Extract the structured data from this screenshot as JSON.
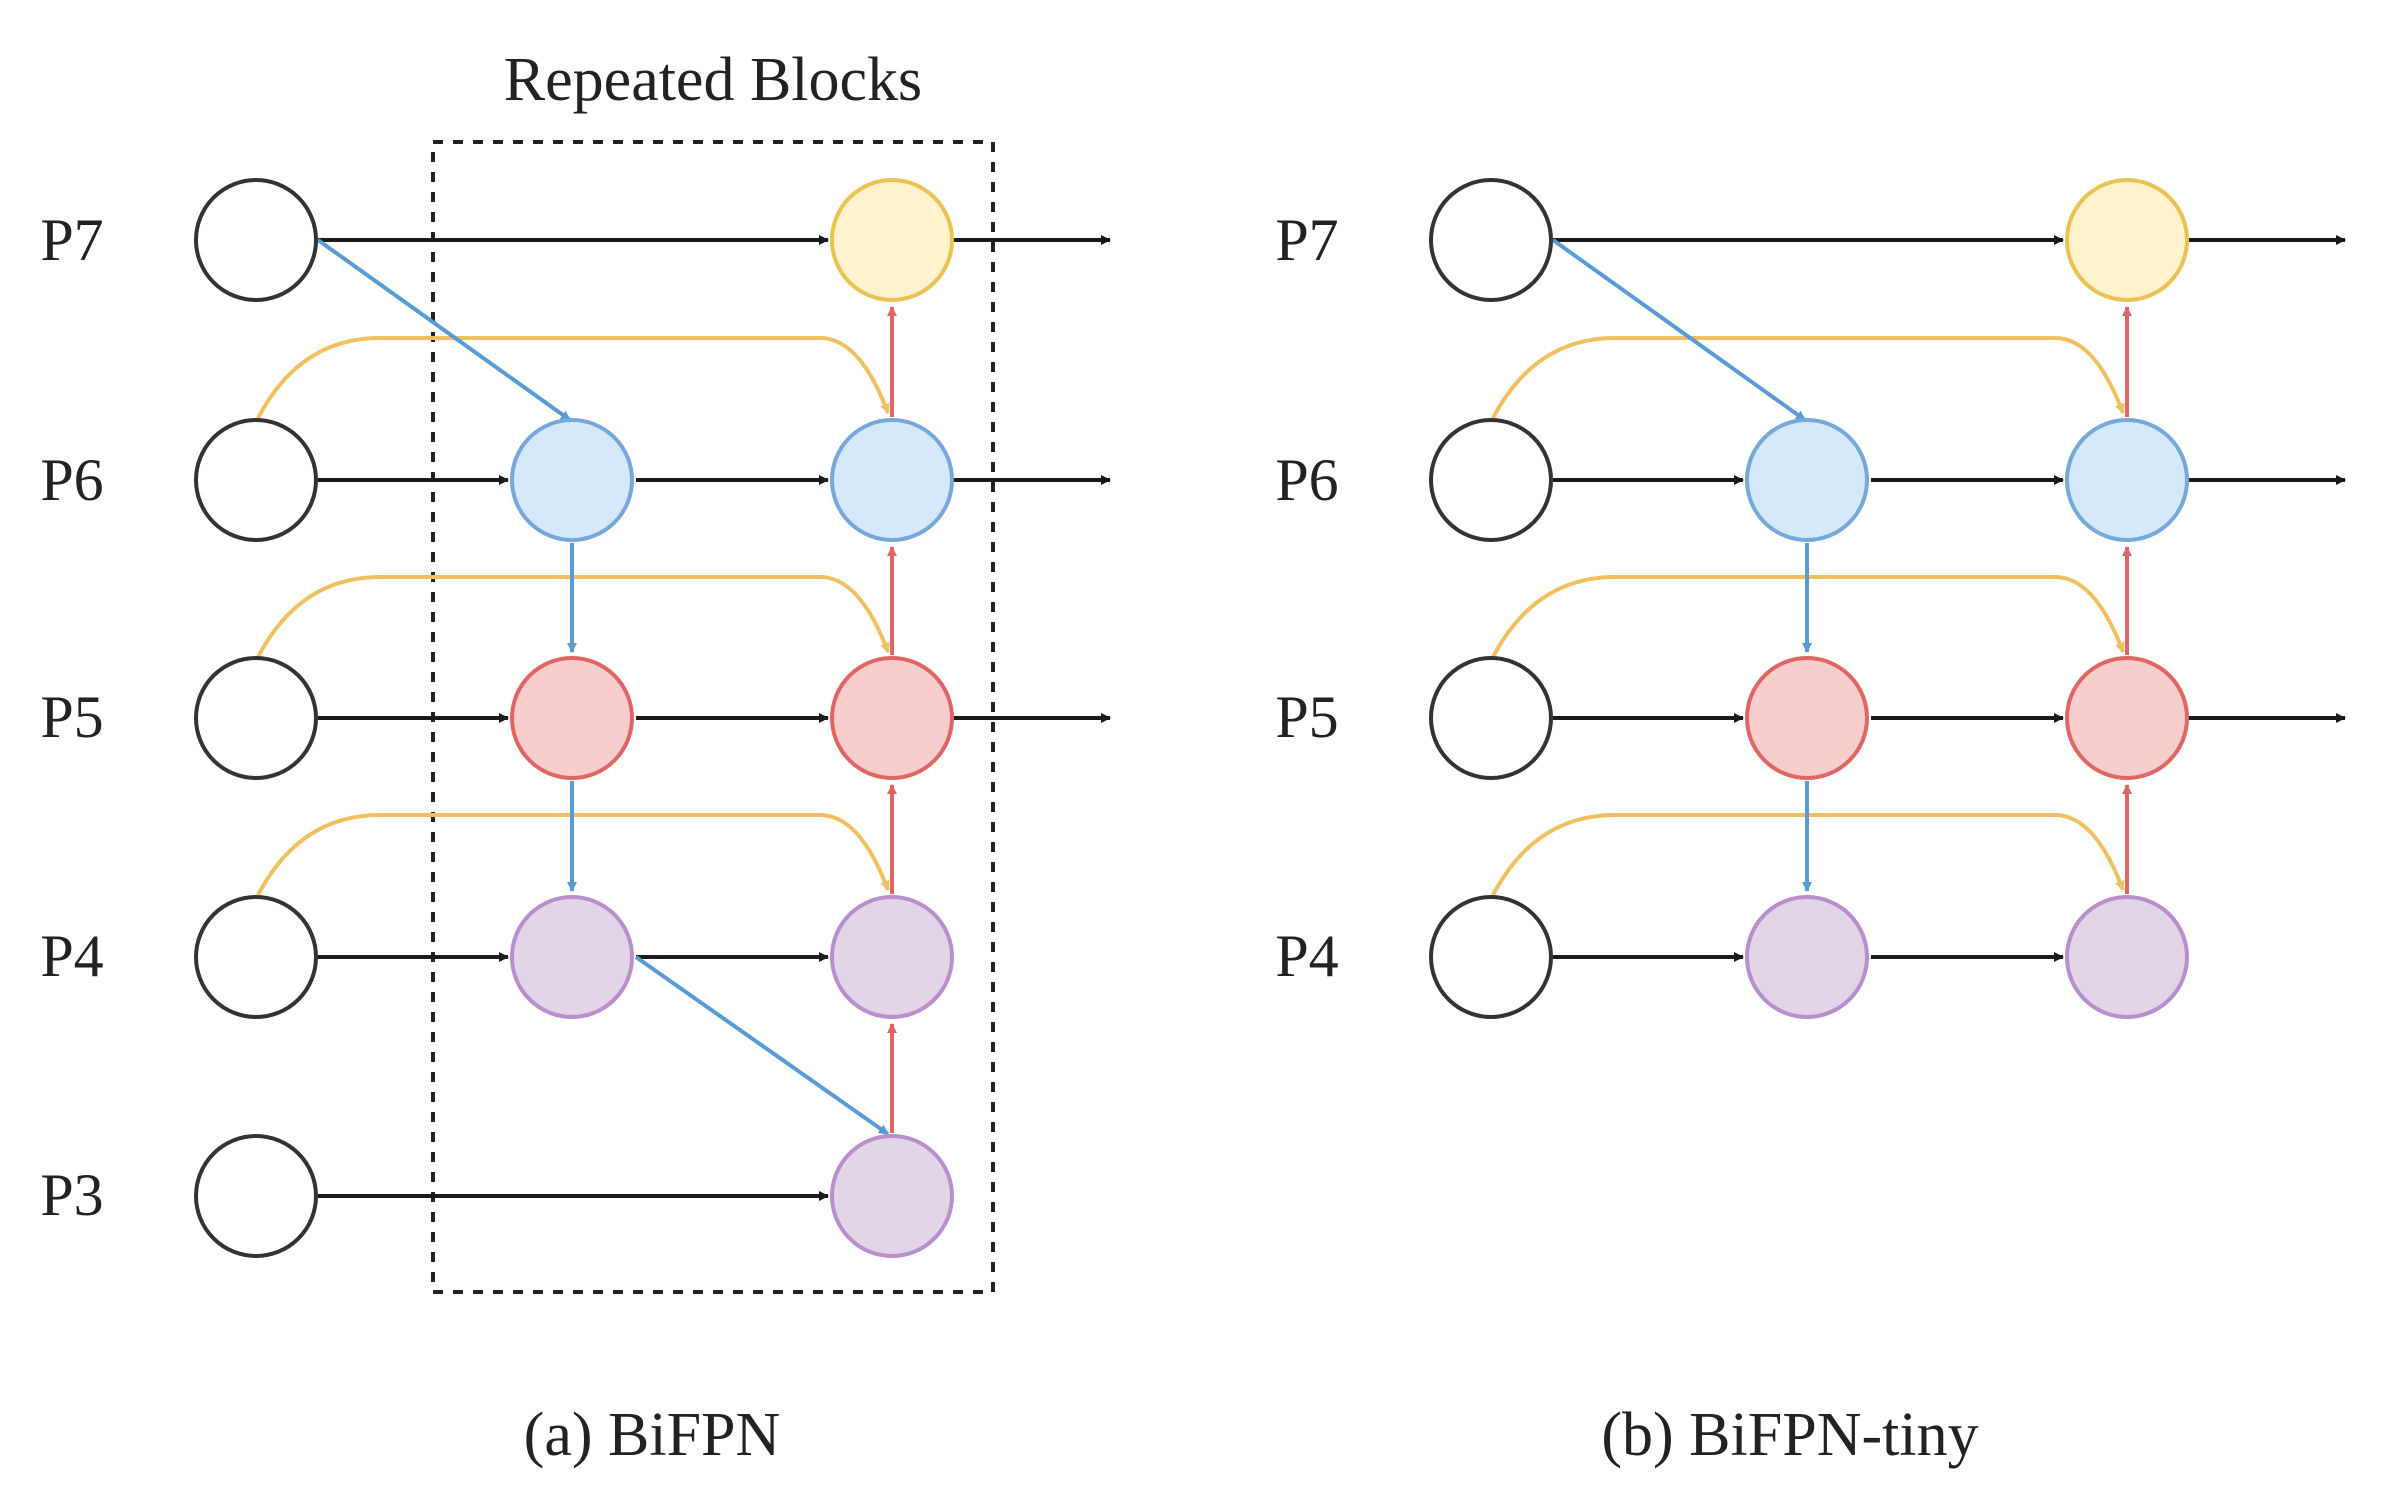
{
  "colors": {
    "black": "#1a1a1a",
    "blue": "#5b9bd5",
    "red": "#e06666",
    "orange": "#f0c060",
    "node_yellow_fill": "#fff2cc",
    "node_yellow_stroke": "#e8c252",
    "node_blue_fill": "#d6e9fb",
    "node_blue_stroke": "#76a8dc",
    "node_red_fill": "#f8cecc",
    "node_red_stroke": "#e06666",
    "node_purple_fill": "#e1d5e7",
    "node_purple_stroke": "#b88fcc",
    "node_empty_fill": "#ffffff",
    "node_empty_stroke": "#333333"
  },
  "panels": [
    {
      "id": "bifpn",
      "caption": "(a) BiFPN",
      "group_label": "Repeated Blocks",
      "levels": [
        "P7",
        "P6",
        "P5",
        "P4",
        "P3"
      ],
      "outputs": [
        "P7",
        "P6",
        "P5"
      ]
    },
    {
      "id": "bifpn-tiny",
      "caption": "(b) BiFPN-tiny",
      "group_label": "",
      "levels": [
        "P7",
        "P6",
        "P5",
        "P4"
      ],
      "outputs": [
        "P7",
        "P6",
        "P5"
      ]
    }
  ]
}
